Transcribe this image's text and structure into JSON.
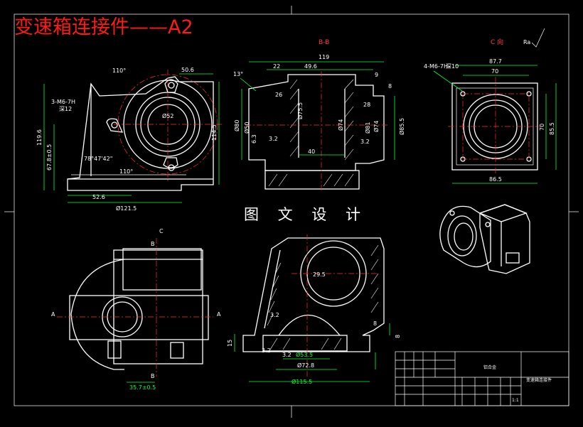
{
  "title": "变速箱连接件——A2",
  "watermark": "图 文 设 计",
  "section_labels": {
    "bb": "B-B",
    "c_view": "C 向",
    "roughness_note": "Ra"
  },
  "view_markers": {
    "c": "C",
    "b_top": "B",
    "b_bottom": "B",
    "a_left": "A",
    "a_right": "A"
  },
  "front_view_dims": {
    "angle_top": "110°",
    "width_top": "50.6",
    "thread": "3-M6-7H",
    "depth": "深12",
    "diameter_inner": "Ø52",
    "height_left": "119.6",
    "height_inner": "67.8±0.5",
    "angle_bottom": "78°47'42\"",
    "angle_bottom2": "110°",
    "height_right": "114.5",
    "width_bottom": "52.6",
    "width_total": "Ø121.5"
  },
  "section_bb_dims": {
    "width_total": "119",
    "w22": "22",
    "w49": "49.6",
    "w9": "9",
    "angle": "13°",
    "d80": "Ø80",
    "d50": "Ø50",
    "d75": "Ø75.5",
    "d74": "Ø74",
    "d81": "Ø81",
    "d74b": "Ø74",
    "d85": "Ø85.5",
    "h26": "26",
    "h28": "28",
    "h63": "6.3",
    "r32": "3.2",
    "r32b": "3.2",
    "w40": "40",
    "w8": "8"
  },
  "c_view_dims": {
    "thread": "4-M6-7H",
    "depth": "深10",
    "w87": "87.7",
    "w70": "70",
    "h70": "70",
    "h85": "85.5",
    "w86": "86.5"
  },
  "bottom_dims": {
    "width_left": "35.7±0.5",
    "d29": "29.5",
    "r32a": "3.2",
    "r32b": "3.2",
    "r32c": "3.2",
    "d53": "Ø53.5",
    "d728": "Ø72.8",
    "d115": "Ø115.5",
    "h15": "15",
    "h8": "8",
    "h8b": "8"
  },
  "title_block": {
    "material": "铝合金",
    "part_name": "变速箱连接件",
    "scale": "1:1"
  },
  "colors": {
    "background": "#000000",
    "line": "#ffffff",
    "centerline": "#ff3030",
    "dimension": "#00ff40",
    "title": "#ff1a1a"
  }
}
